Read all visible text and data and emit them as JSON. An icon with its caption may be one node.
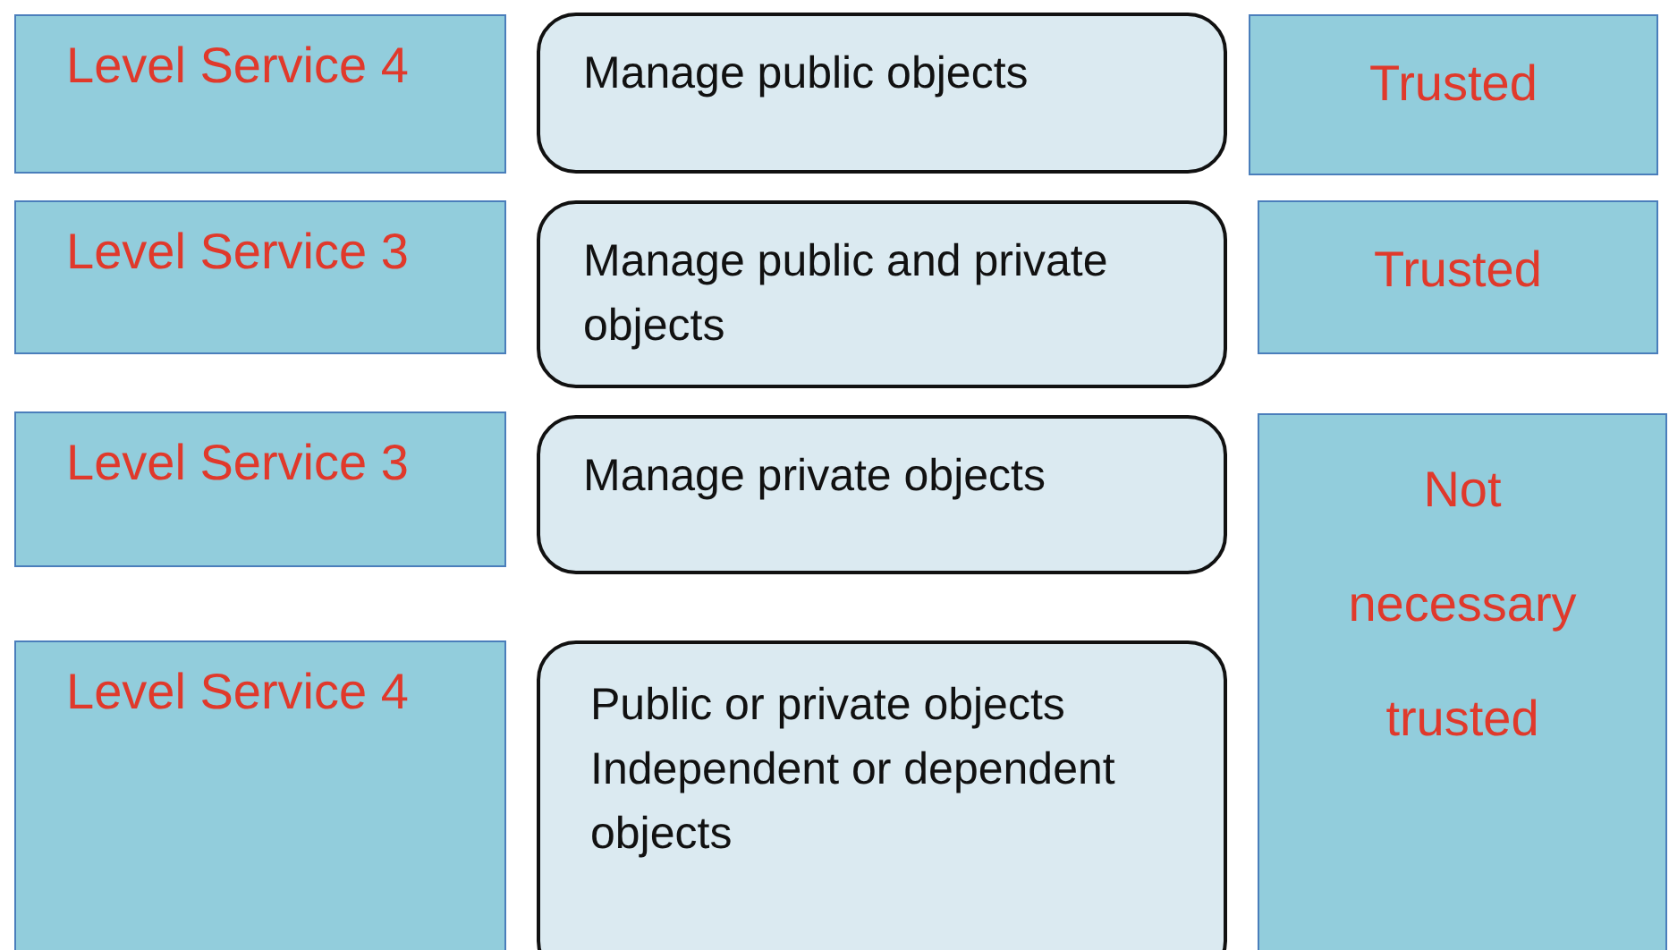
{
  "diagram": {
    "nodes": [
      {
        "text": [
          "Level Service 4"
        ]
      },
      {
        "text": [
          "Manage public objects"
        ]
      },
      {
        "text": [
          "Trusted"
        ]
      },
      {
        "text": [
          "Level Service 3"
        ]
      },
      {
        "text": [
          "Manage public and private objects"
        ]
      },
      {
        "text": [
          "Trusted"
        ]
      },
      {
        "text": [
          "Level Service 3"
        ]
      },
      {
        "text": [
          "Manage private objects"
        ]
      },
      {
        "text": [
          "Not necessary trusted"
        ]
      },
      {
        "text": [
          "Level Service 4"
        ]
      },
      {
        "text": [
          "Public or private objects",
          "Independent or dependent objects"
        ]
      }
    ]
  }
}
